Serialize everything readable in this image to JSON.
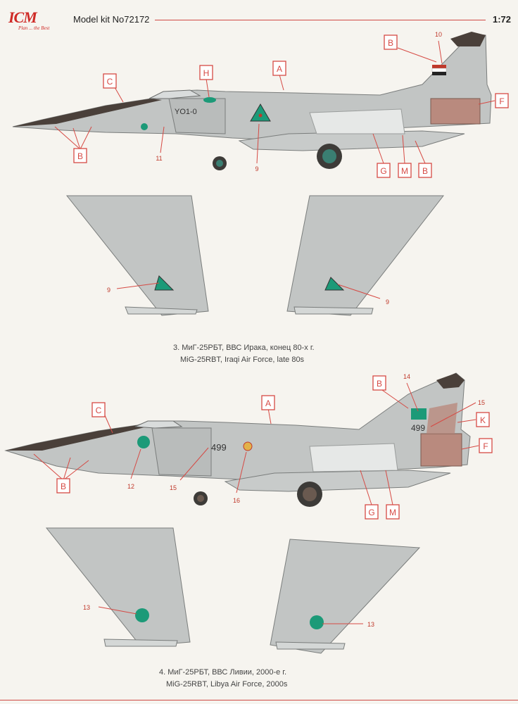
{
  "header": {
    "logo_text": "ICM",
    "logo_tagline": "Plan ... the Best",
    "kit_title": "Model kit No72172",
    "scale": "1:72"
  },
  "colors": {
    "accent": "#d64a44",
    "aircraft_grey": "#bfc3c2",
    "nose_dark": "#4a403a",
    "green": "#1c9a78",
    "rust": "#b98a7e"
  },
  "variants": [
    {
      "id": "3",
      "caption_ru": "3. МиГ-25РБТ, ВВС Ирака, конец 80-х г.",
      "caption_en": "MiG-25RBT, Iraqi Air Force, late 80s",
      "fuselage_code": "YO1-0",
      "callouts": {
        "A": "A",
        "B_tail": "B",
        "C": "C",
        "H": "H",
        "F": "F",
        "G": "G",
        "M": "M",
        "B_belly": "B",
        "B_nose": "B",
        "n10": "10",
        "n11": "11",
        "n9": "9",
        "wing_left": "9",
        "wing_right": "9"
      }
    },
    {
      "id": "4",
      "caption_ru": "4. МиГ-25РБТ, ВВС Ливии, 2000-е г.",
      "caption_en": "MiG-25RBT, Libya Air Force, 2000s",
      "fuselage_number": "499",
      "tail_number": "499",
      "callouts": {
        "A": "A",
        "B_tail": "B",
        "C": "C",
        "K": "K",
        "F": "F",
        "G": "G",
        "M": "M",
        "B_nose": "B",
        "n14": "14",
        "n15_tail": "15",
        "n15": "15",
        "n12": "12",
        "n16": "16",
        "wing_left": "13",
        "wing_right": "13"
      }
    }
  ]
}
